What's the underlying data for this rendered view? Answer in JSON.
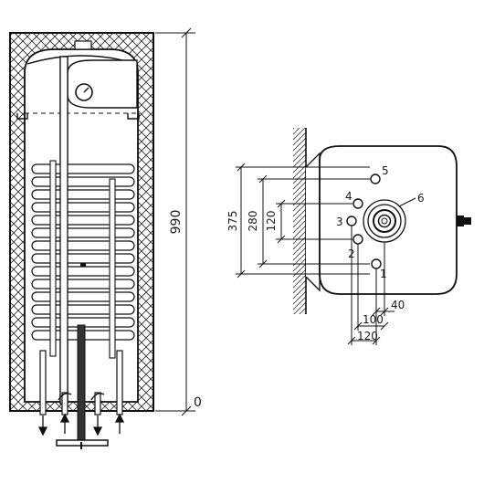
{
  "tank": {
    "height_label": "990",
    "base_label": "0"
  },
  "side_view": {
    "dim_375": "375",
    "dim_280": "280",
    "dim_120_vertical": "120",
    "dim_40": "40",
    "dim_100": "100",
    "dim_120_horizontal": "120",
    "connections": [
      "1",
      "2",
      "3",
      "4",
      "5",
      "6"
    ]
  }
}
